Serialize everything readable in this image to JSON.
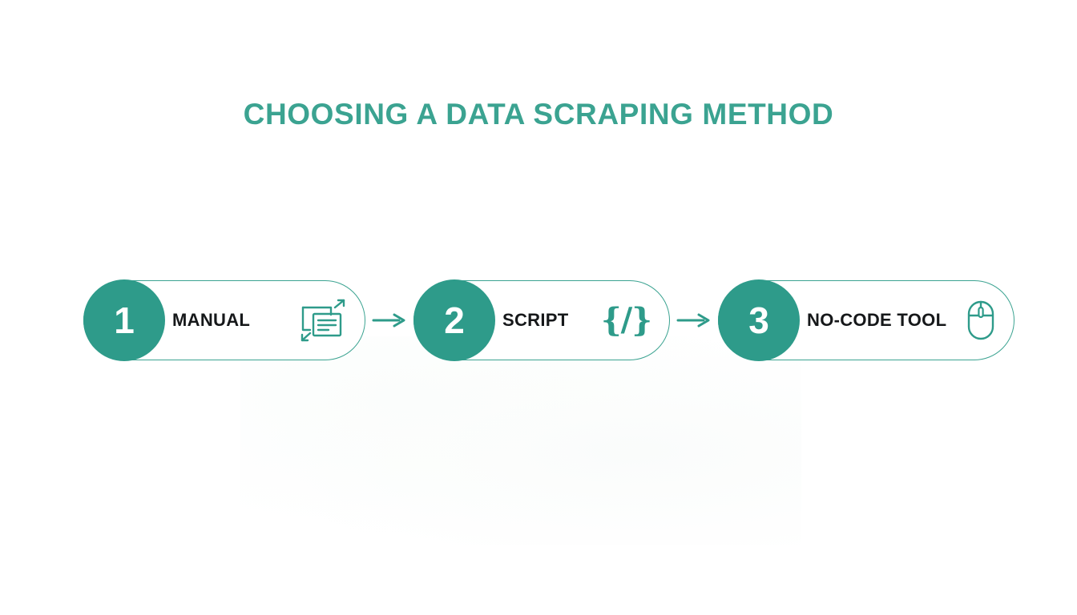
{
  "title": "CHOOSING A DATA SCRAPING METHOD",
  "theme": {
    "title_color": "#3ba391",
    "badge_fill": "#2e9b8a",
    "badge_text_color": "#ffffff",
    "pill_border_color": "#3ba391",
    "pill_fill": "#ffffff",
    "label_color": "#16181a",
    "icon_color": "#2e9b8a",
    "arrow_color": "#2e9b8a",
    "background": "#ffffff"
  },
  "flow": {
    "connector_symbol": "→",
    "steps": [
      {
        "number": "1",
        "label": "MANUAL",
        "icon": "copy-paste-documents-icon"
      },
      {
        "number": "2",
        "label": "SCRIPT",
        "icon": "code-brackets-icon",
        "icon_text": "{/}"
      },
      {
        "number": "3",
        "label": "NO-CODE TOOL",
        "icon": "computer-mouse-icon"
      }
    ]
  }
}
